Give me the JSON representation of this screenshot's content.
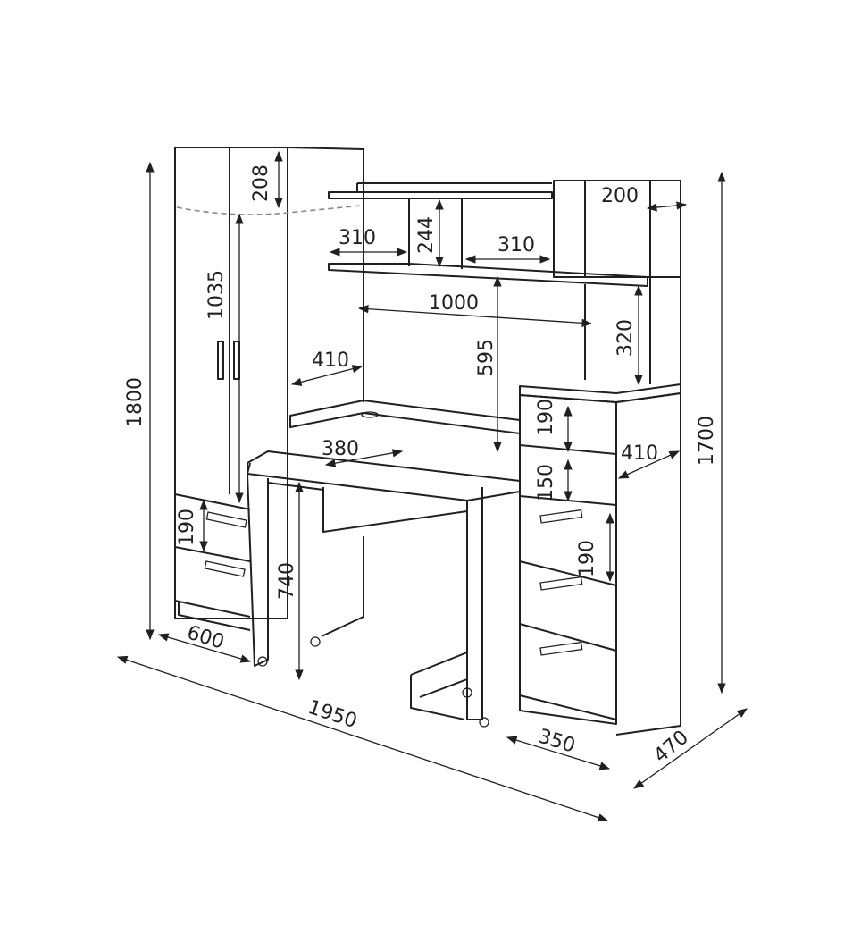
{
  "drawing": {
    "title": "Furniture set dimension drawing",
    "dimensions": {
      "total_height_left": "1800",
      "wardrobe_top_section": "208",
      "wardrobe_door_height": "1035",
      "wardrobe_drawer": "190",
      "wardrobe_depth": "600",
      "desk_height": "740",
      "total_width": "1950",
      "hutch_shelf_left": "310",
      "hutch_niche_height": "244",
      "hutch_shelf_right": "310",
      "hutch_depth": "200",
      "hutch_width": "1000",
      "desk_side_depth": "410",
      "hutch_clearance": "595",
      "hutch_side_clearance": "320",
      "pullout_depth": "380",
      "pedestal_niche_upper": "190",
      "pedestal_depth": "410",
      "pedestal_niche_lower": "150",
      "pedestal_drawer": "190",
      "total_height_right": "1700",
      "pedestal_width": "350",
      "total_depth": "470"
    }
  }
}
